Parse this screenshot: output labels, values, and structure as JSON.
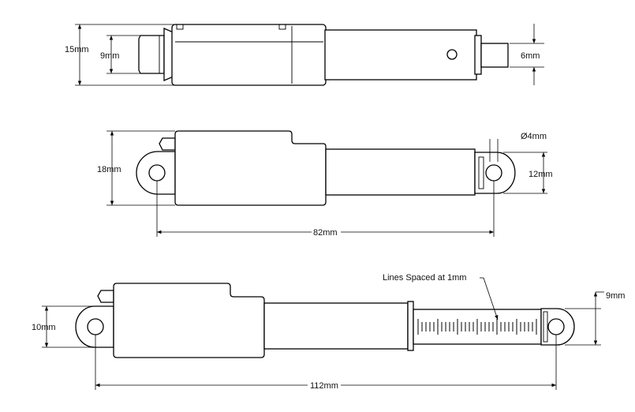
{
  "labels": {
    "top_height": "15mm",
    "top_inner_height": "9mm",
    "top_rod": "6mm",
    "mid_height": "18mm",
    "mid_hole": "Ø4mm",
    "mid_clevis": "12mm",
    "mid_length": "82mm",
    "bottom_lines_note": "Lines Spaced at 1mm",
    "bottom_clevis": "10mm",
    "bottom_rod_clevis": "9mm",
    "bottom_length": "112mm"
  },
  "scale": {
    "tick_count": 31
  },
  "colors": {
    "line": "#000000",
    "background": "#ffffff"
  }
}
